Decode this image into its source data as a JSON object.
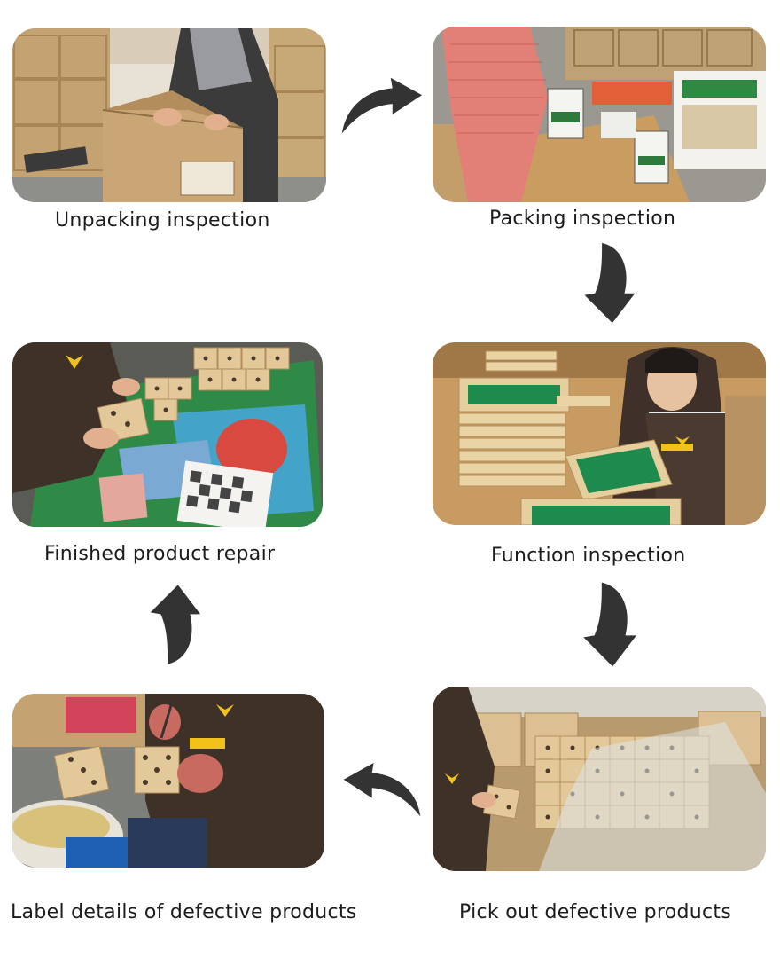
{
  "steps": {
    "unpacking": {
      "caption": "Unpacking inspection"
    },
    "packing": {
      "caption": "Packing inspection"
    },
    "function": {
      "caption": "Function inspection"
    },
    "repair": {
      "caption": "Finished product repair"
    },
    "pick_out": {
      "caption": "Pick out defective products"
    },
    "label": {
      "caption": "Label details of defective products"
    }
  },
  "colors": {
    "arrow": "#333333",
    "cardboard": "#c9a979",
    "wood": "#e3c89a",
    "felt_green": "#1e8a4e",
    "apron": "#4a3a30",
    "logo_yellow": "#f2c21b",
    "floor": "#8d8f8c"
  },
  "icons": {
    "flow_arrow": "curved-arrow-icon"
  }
}
